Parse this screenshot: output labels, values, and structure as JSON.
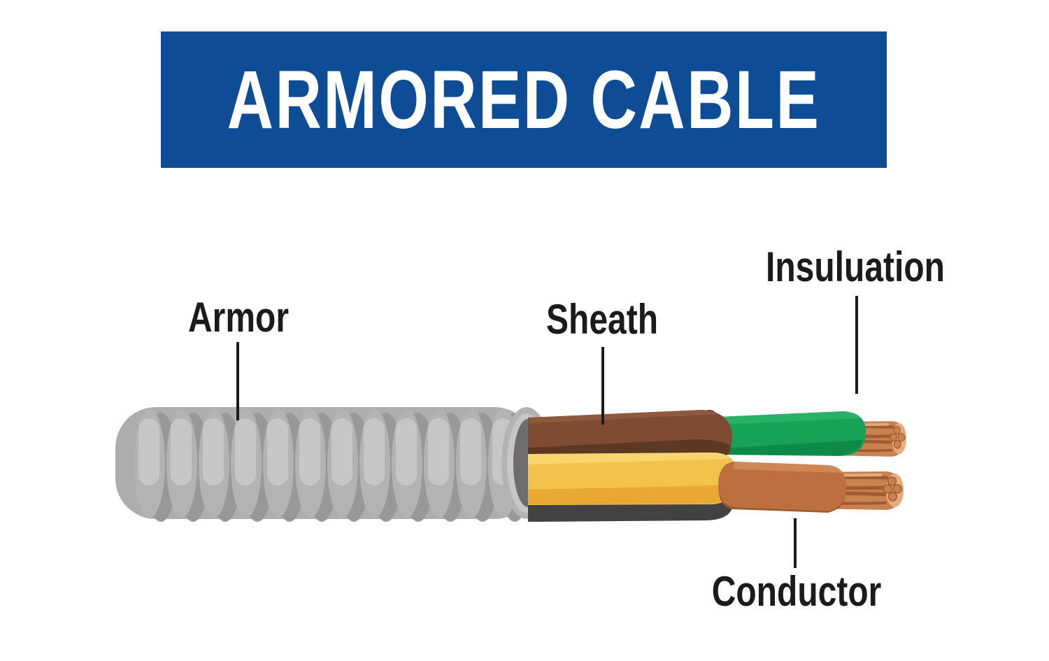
{
  "title": "ARMORED CABLE",
  "labels": {
    "armor": "Armor",
    "sheath": "Sheath",
    "insulation": "Insuluation",
    "conductor": "Conductor"
  },
  "theme": {
    "banner_blue": "#0e4c96",
    "white": "#ffffff",
    "ink": "#1b1b1b",
    "armor_base": "#aeadab",
    "armor_mid": "#b4b3b1",
    "armor_light": "#c7c6c4",
    "armor_shadow": "#999896",
    "rim_inner": "#6e6d6b",
    "brown": "#7f4c33",
    "brown_light": "#8d5a3e",
    "brown_dark": "#5d3823",
    "green": "#18a257",
    "green_light": "#2bb068",
    "green_dark": "#0d8a48",
    "yellow": "#f3c24c",
    "yellow_light": "#f8d56d",
    "yellow_dark": "#e9a832",
    "sheath_black": "#434241",
    "copper_wire": "#bd6f3f",
    "copper_wire_light": "#d08756",
    "copper_wire_dark": "#9d5930",
    "copper": "#c98150",
    "copper_light": "#e5ab7c",
    "copper_dark": "#9f5c31"
  }
}
